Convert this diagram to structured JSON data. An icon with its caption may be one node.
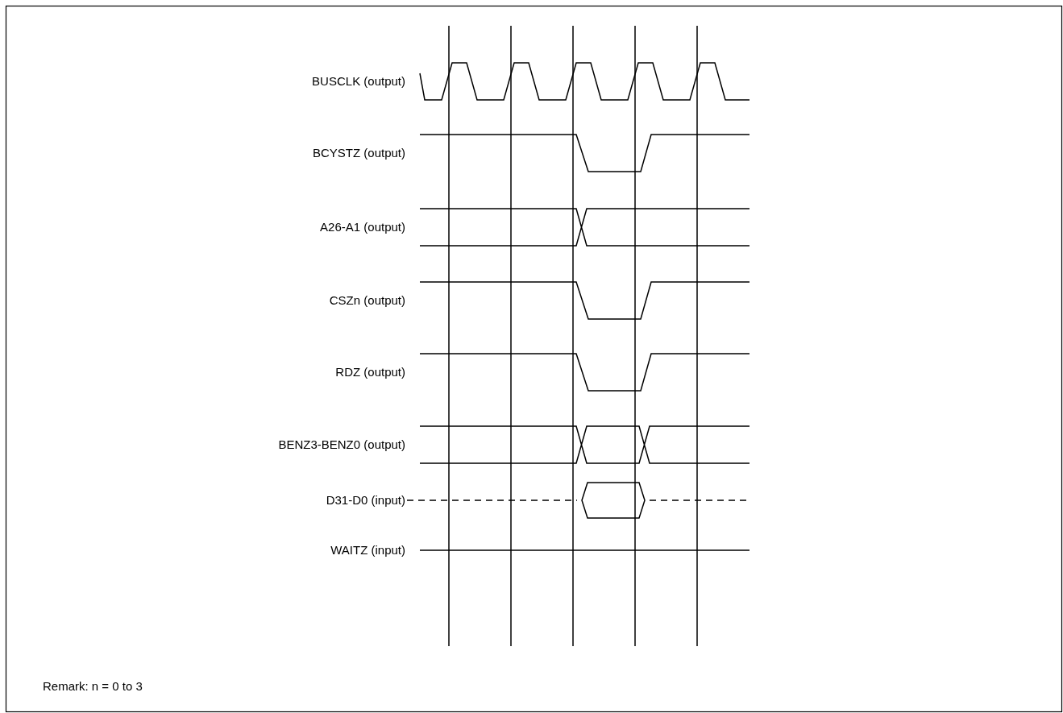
{
  "diagram": {
    "labels": [
      "BUSCLK (output)",
      "BCYSTZ (output)",
      "A26-A1 (output)",
      "CSZn (output)",
      "RDZ (output)",
      "BENZ3-BENZ0 (output)",
      "D31-D0 (input)",
      "WAITZ (input)",
      "Remark: n = 0 to 3"
    ]
  }
}
